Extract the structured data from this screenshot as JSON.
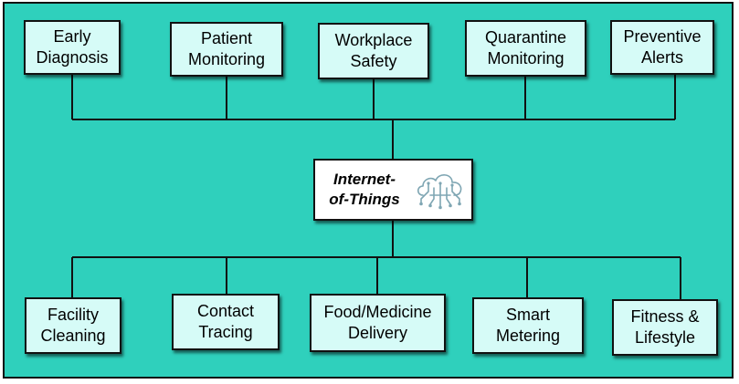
{
  "colors": {
    "background": "#2fd0bc",
    "node_fill": "#d6fbf7",
    "hub_fill": "#ffffff",
    "line": "#111111",
    "icon": "#7fa6b3"
  },
  "hub": {
    "label": "Internet-\nof-Things",
    "icon": "cloud-circuit-icon"
  },
  "top_nodes": [
    {
      "label": "Early\nDiagnosis"
    },
    {
      "label": "Patient\nMonitoring"
    },
    {
      "label": "Workplace\nSafety"
    },
    {
      "label": "Quarantine\nMonitoring"
    },
    {
      "label": "Preventive\nAlerts"
    }
  ],
  "bottom_nodes": [
    {
      "label": "Facility\nCleaning"
    },
    {
      "label": "Contact\nTracing"
    },
    {
      "label": "Food/Medicine\nDelivery"
    },
    {
      "label": "Smart\nMetering"
    },
    {
      "label": "Fitness &\nLifestyle"
    }
  ]
}
